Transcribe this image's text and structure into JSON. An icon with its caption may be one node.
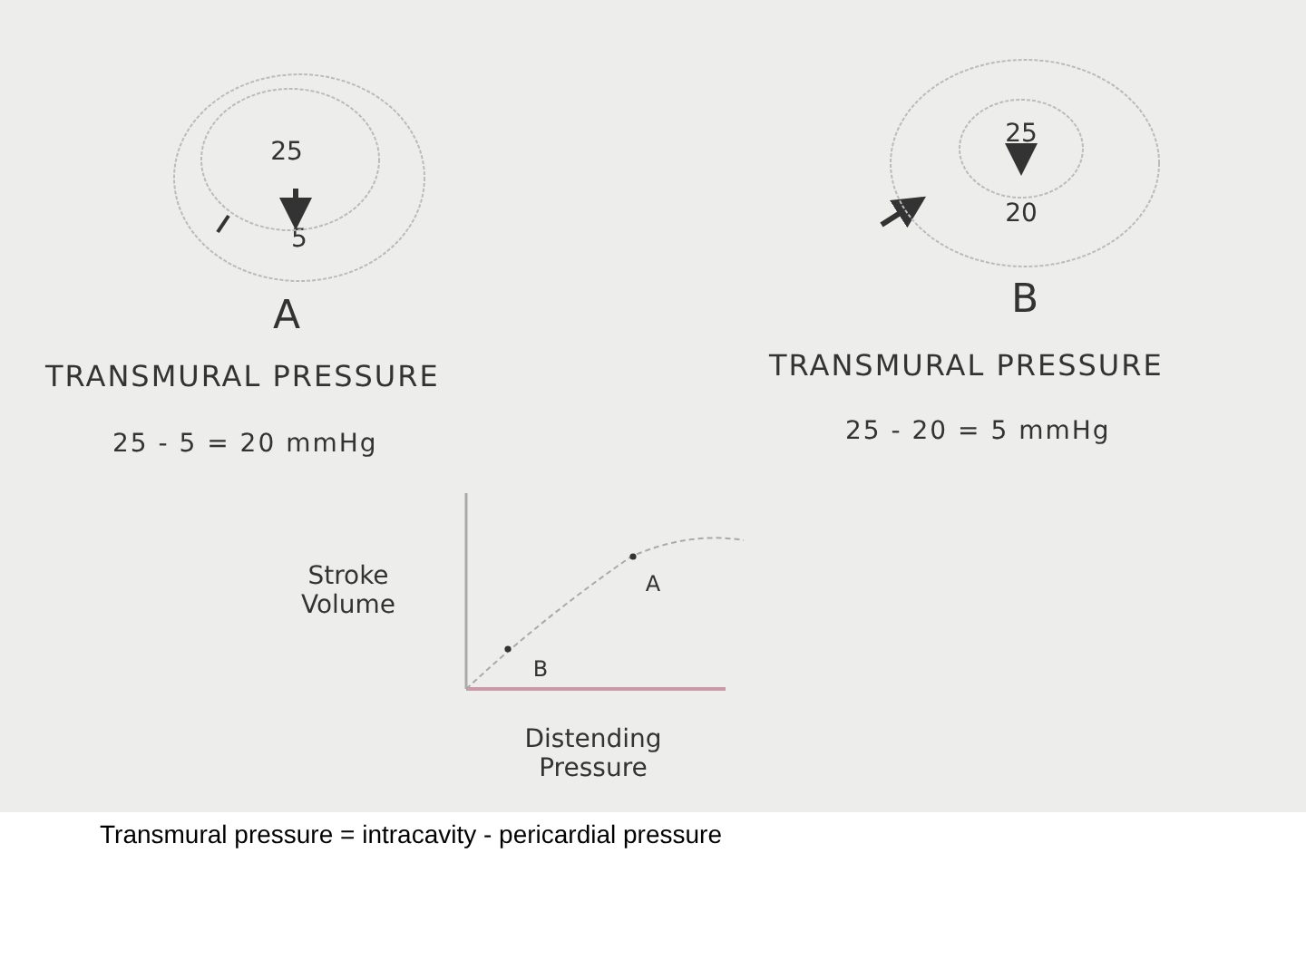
{
  "diagram": {
    "caption": "Transmural pressure = intracavity - pericardial pressure",
    "nodes": [
      {
        "text": [
          "5"
        ]
      },
      {
        "text": [
          "25"
        ],
        "in": 0
      },
      {
        "text": [
          "20"
        ]
      },
      {
        "text": [
          "25"
        ],
        "in": 2
      }
    ],
    "labels": [
      "A",
      "TRANSMURAL PRESSURE",
      "25 - 5 = 20 mmHg",
      "B",
      "TRANSMURAL PRESSURE",
      "25 - 20 = 5 mmHg",
      "Stroke Volume",
      "A",
      "B",
      "Distending Pressure"
    ]
  }
}
